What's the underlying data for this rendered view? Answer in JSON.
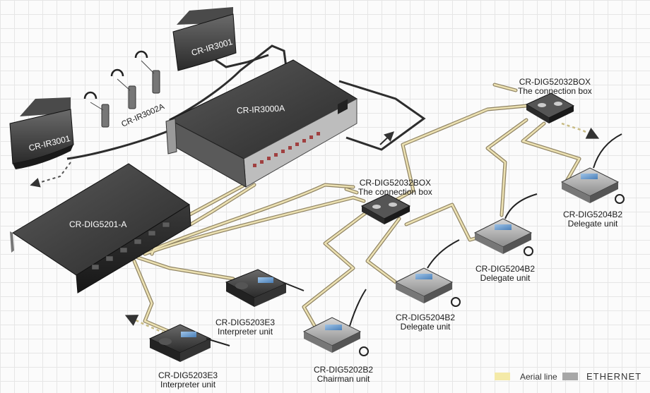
{
  "devices": {
    "ir_radiator_left": "CR-IR3001",
    "ir_radiator_top": "CR-IR3001",
    "ir_receiver": "CR-IR3002A",
    "ir_transmitter": "CR-IR3000A",
    "main_unit": "CR-DIG5201-A"
  },
  "units": {
    "box_center": {
      "model": "CR-DIG52032BOX",
      "desc": "The connection box"
    },
    "box_right": {
      "model": "CR-DIG52032BOX",
      "desc": "The connection box"
    },
    "interp_front": {
      "model": "CR-DIG5203E3",
      "desc": "Interpreter unit"
    },
    "interp_back": {
      "model": "CR-DIG5203E3",
      "desc": "Interpreter unit"
    },
    "chairman": {
      "model": "CR-DIG5202B2",
      "desc": "Chairman unit"
    },
    "delegate_1": {
      "model": "CR-DIG5204B2",
      "desc": "Delegate unit"
    },
    "delegate_2": {
      "model": "CR-DIG5204B2",
      "desc": "Delegate unit"
    },
    "delegate_3": {
      "model": "CR-DIG5204B2",
      "desc": "Delegate unit"
    }
  },
  "legend": {
    "aerial_line": "Aerial line",
    "ethernet": "ETHERNET",
    "aerial_color": "#f4eaa8",
    "ethernet_color": "#a7a7a7"
  },
  "colors": {
    "cable_fill": "#e8dcab",
    "cable_stroke": "#8e8262",
    "device_dark": "#2e2e2e",
    "device_mid": "#474747"
  }
}
